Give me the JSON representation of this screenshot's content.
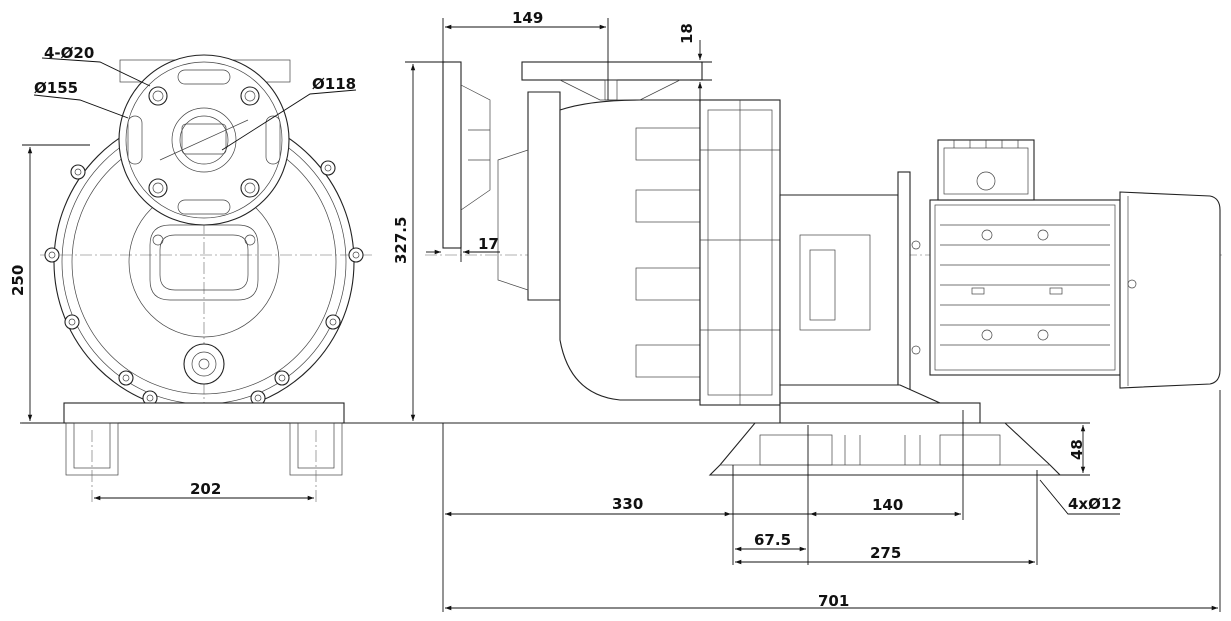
{
  "colors": {
    "line": "#222222",
    "background": "#ffffff",
    "text": "#111111"
  },
  "labels": {
    "bolt_holes_flange": "4-Ø20",
    "flange_outer_dia": "Ø155",
    "bolt_circle_dia": "Ø118",
    "front_height": "250",
    "foot_spacing_front": "202",
    "top_offset": "149",
    "top_flange_thickness": "18",
    "total_height": "327.5",
    "side_flange_thickness": "17",
    "base_height": "48",
    "base_holes": "4xØ12",
    "dist_to_base_hole": "330",
    "hole_spacing_140": "140",
    "base_hole_offset": "67.5",
    "base_hole_spacing": "275",
    "total_length": "701"
  }
}
